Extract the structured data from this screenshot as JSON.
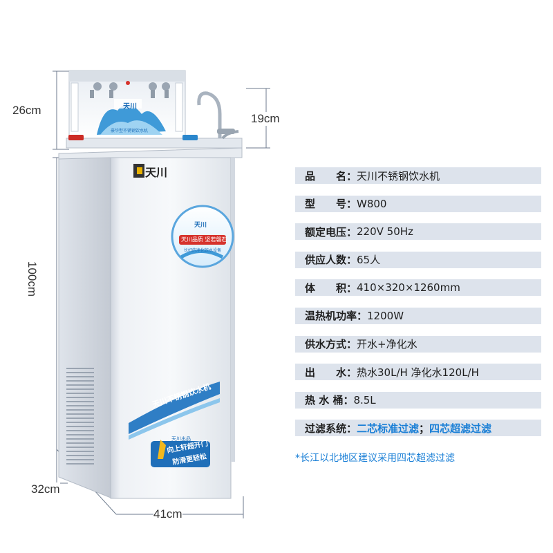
{
  "product_image": {
    "brand_logo_text": "天川",
    "badge_top_text": "天川",
    "badge_banner_text": "天川品质 坚若磐石",
    "badge_sub_text": "长好的净化饮水设备",
    "panel_top_text": "豪华型不锈钢饮水机",
    "side_banner_text": "天川不锈钢饮水机",
    "bottom_tag_small": "天川出品",
    "bottom_tag_line1": "向上轩超开门",
    "bottom_tag_line2": "防滑更轻松"
  },
  "dimensions": {
    "top_height": "26cm",
    "faucet_height": "19cm",
    "body_height": "100cm",
    "depth": "32cm",
    "width": "41cm"
  },
  "specs": [
    {
      "label": "品　　名：",
      "value": "天川不锈钢饮水机"
    },
    {
      "label": "型　　号：",
      "value": "W800"
    },
    {
      "label": "额定电压：",
      "value": "220V  50Hz"
    },
    {
      "label": "供应人数：",
      "value": "65人"
    },
    {
      "label": "体　　积：",
      "value": "410×320×1260mm"
    },
    {
      "label": "温热机功率：",
      "value": "1200W"
    },
    {
      "label": "供水方式：",
      "value": "开水+净化水"
    },
    {
      "label": "出　　水：",
      "value": "热水30L/H  净化水120L/H"
    },
    {
      "label": "热 水 桶：",
      "value": "8.5L"
    },
    {
      "label": "过滤系统：",
      "value": "二芯标准过滤",
      "separator": "；",
      "value2": "四芯超滤过滤"
    }
  ],
  "footnote": "*长江以北地区建议采用四芯超滤过滤",
  "colors": {
    "row_bg": "#dde3ec",
    "accent_blue": "#1a7fd6",
    "body_light": "#f1f4f8",
    "body_shadow": "#c8ced8"
  }
}
